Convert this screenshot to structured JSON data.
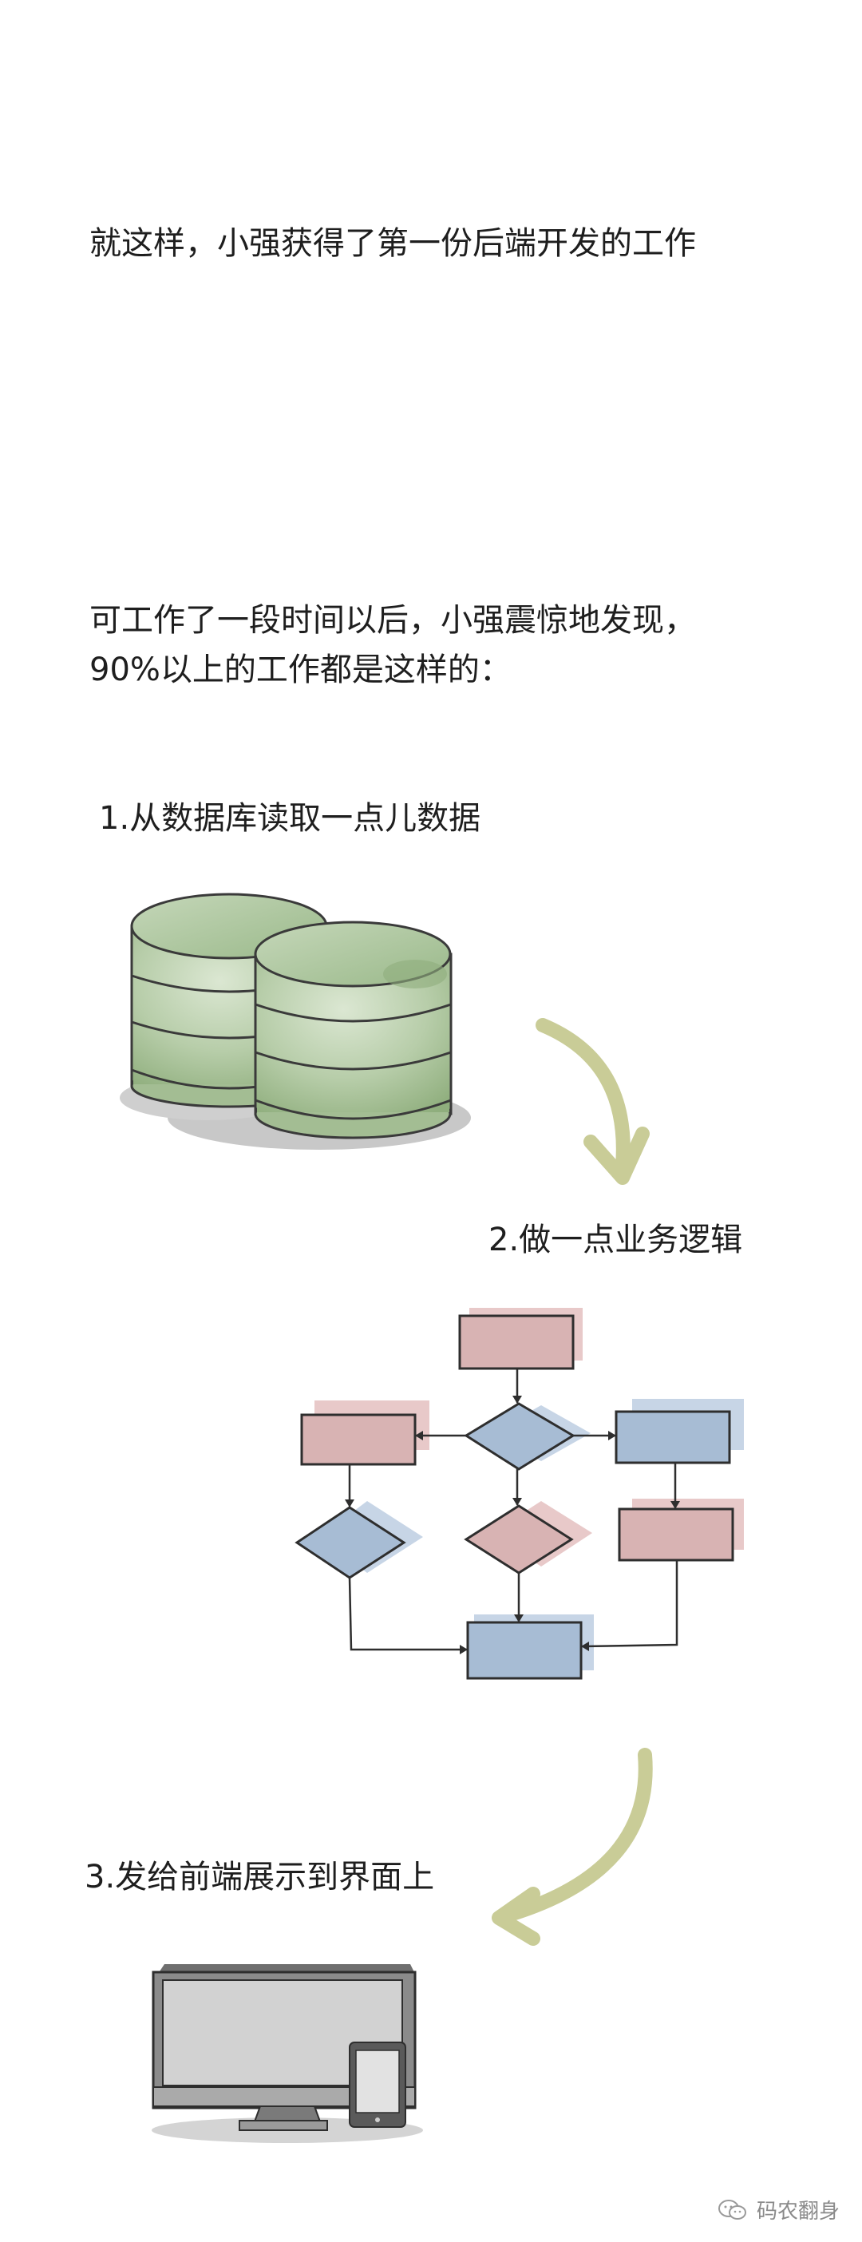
{
  "texts": {
    "line1": "就这样，小强获得了第一份后端开发的工作",
    "line2a": "可工作了一段时间以后，小强震惊地发现，",
    "line2b": "90%以上的工作都是这样的：",
    "step1": "1.从数据库读取一点儿数据",
    "step2": "2.做一点业务逻辑",
    "step3": "3.发给前端展示到界面上"
  },
  "watermark": {
    "text": "码农翻身",
    "icon": "wechat-icon"
  },
  "colors": {
    "db_green": "#a9c39a",
    "arrow_olive": "#c9cc97",
    "box_pink": "#d8b3b3",
    "box_blue": "#a7bcd4",
    "monitor_gray": "#8b8b8b"
  }
}
